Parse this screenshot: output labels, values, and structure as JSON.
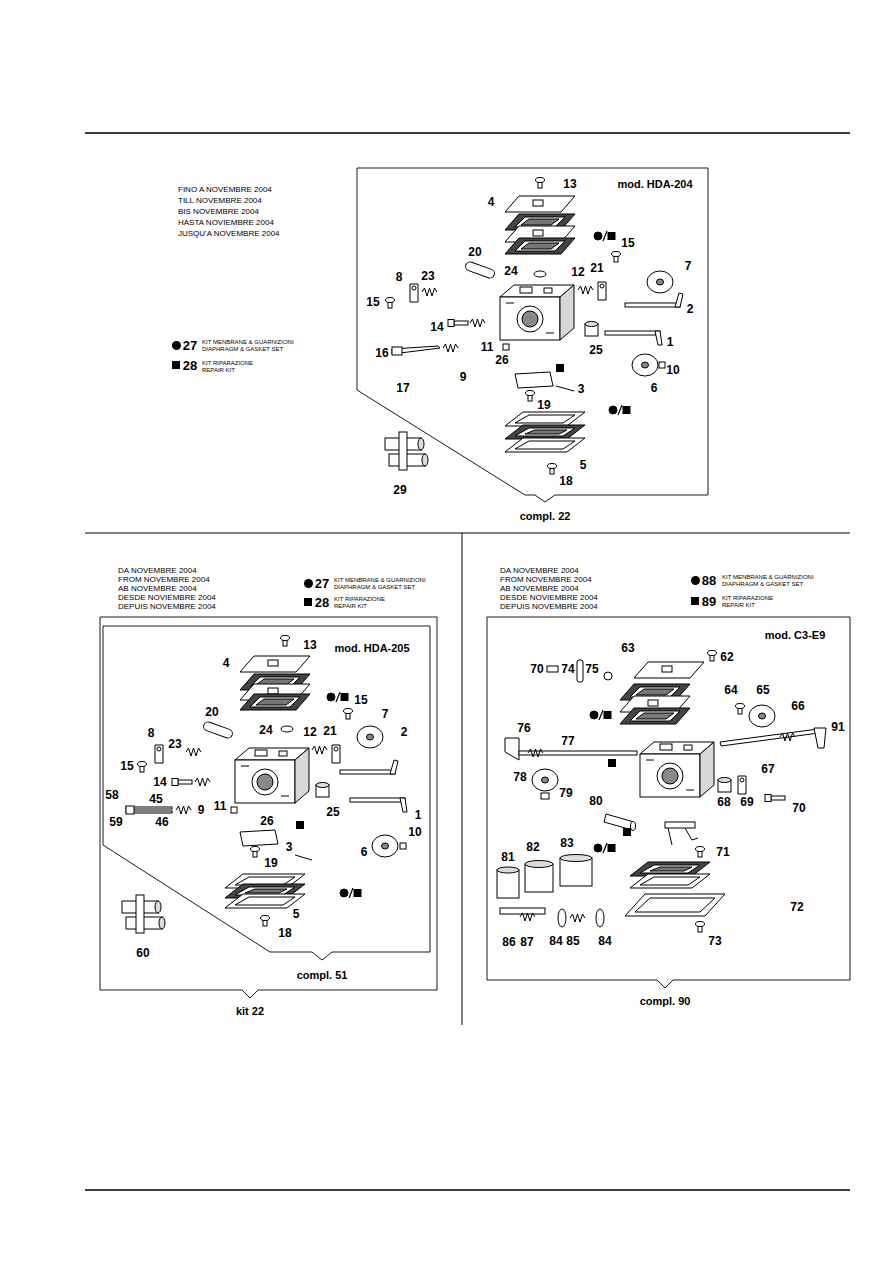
{
  "diagram": {
    "nodes": [
      {
        "text": [
          "mod. HDA-204",
          "compl. 22"
        ]
      },
      {
        "text": [
          "kit 22"
        ]
      },
      {
        "text": [
          "mod. HDA-205",
          "compl. 51"
        ],
        "in": 1
      },
      {
        "text": [
          "mod. C3-E9",
          "compl. 90"
        ]
      }
    ],
    "labels": [
      "FINO A NOVEMBRE 2004",
      "TILL NOVEMBRE 2004",
      "BIS NOVEMBRE 2004",
      "HASTA NOVIEMBRE 2004",
      "JUSQU'A NOVEMBRE 2004",
      "27",
      "28",
      "13",
      "4",
      "15",
      "7",
      "20",
      "24",
      "12",
      "21",
      "8",
      "23",
      "2",
      "15",
      "14",
      "11",
      "1",
      "16",
      "26",
      "25",
      "10",
      "9",
      "17",
      "3",
      "6",
      "19",
      "5",
      "18",
      "29",
      "DA NOVEMBRE 2004",
      "FROM NOVEMBRE 2004",
      "AB NOVEMBRE 2004",
      "DESDE NOVIEMBRE 2004",
      "DEPUIS NOVEMBRE 2004",
      "27",
      "28",
      "13",
      "4",
      "15",
      "7",
      "20",
      "24",
      "12",
      "21",
      "2",
      "8",
      "23",
      "15",
      "14",
      "11",
      "58",
      "45",
      "1",
      "25",
      "9",
      "26",
      "10",
      "6",
      "59",
      "46",
      "3",
      "19",
      "5",
      "18",
      "60",
      "DA NOVEMBRE 2004",
      "FROM NOVEMBRE 2004",
      "AB NOVEMBRE 2004",
      "DESDE NOVIEMBRE 2004",
      "DEPUIS NOVEMBRE 2004",
      "88",
      "89",
      "62",
      "63",
      "70",
      "74",
      "75",
      "64",
      "65",
      "66",
      "91",
      "76",
      "77",
      "67",
      "78",
      "79",
      "80",
      "68",
      "69",
      "70",
      "71",
      "81",
      "82",
      "83",
      "72",
      "84",
      "85",
      "84",
      "73",
      "86",
      "87"
    ],
    "legend": [
      {
        "text": "KIT MENBRANE & GUARNIZIONI DIAPHRAGM & GASKET SET"
      },
      {
        "text": "KIT RIPARAZIONE REPAIR KIT"
      },
      {
        "text": "KIT MENBRANE & GUARNIZIONI DIAPHRAGM & GASKET SET"
      },
      {
        "text": "KIT RIPARAZIONE REPAIR KIT"
      },
      {
        "text": "KIT MENBRANE & GUARNIZIONI DIAPHRAGM & GASKET SET"
      },
      {
        "text": "KIT RIPARAZIONE REPAIR KIT"
      }
    ]
  }
}
